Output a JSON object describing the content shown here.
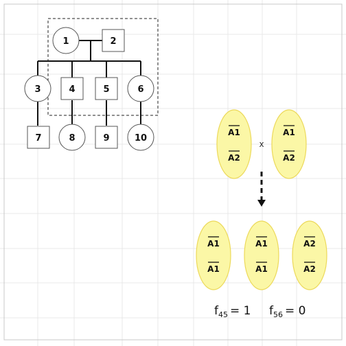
{
  "pedigree": {
    "individuals": [
      {
        "id": "1",
        "shape": "circle"
      },
      {
        "id": "2",
        "shape": "square"
      },
      {
        "id": "3",
        "shape": "circle"
      },
      {
        "id": "4",
        "shape": "square"
      },
      {
        "id": "5",
        "shape": "square"
      },
      {
        "id": "6",
        "shape": "circle"
      },
      {
        "id": "7",
        "shape": "square"
      },
      {
        "id": "8",
        "shape": "circle"
      },
      {
        "id": "9",
        "shape": "square"
      },
      {
        "id": "10",
        "shape": "circle"
      }
    ]
  },
  "cross": {
    "parents": [
      {
        "top": "A1",
        "bottom": "A2"
      },
      {
        "top": "A1",
        "bottom": "A2"
      }
    ],
    "cross_symbol": "x",
    "offspring": [
      {
        "top": "A1",
        "bottom": "A1"
      },
      {
        "top": "A1",
        "bottom": "A1"
      },
      {
        "top": "A2",
        "bottom": "A2"
      }
    ]
  },
  "formula": {
    "f45_label": "f",
    "f45_sub": "45",
    "f45_value": "= 1",
    "f56_label": "f",
    "f56_sub": "56",
    "f56_value": "= 0"
  },
  "colors": {
    "ellipse_fill": "#fbf7a6",
    "ellipse_stroke": "#ecd95a",
    "grid": "#e8e8e8",
    "frame": "#c8c8c8"
  }
}
